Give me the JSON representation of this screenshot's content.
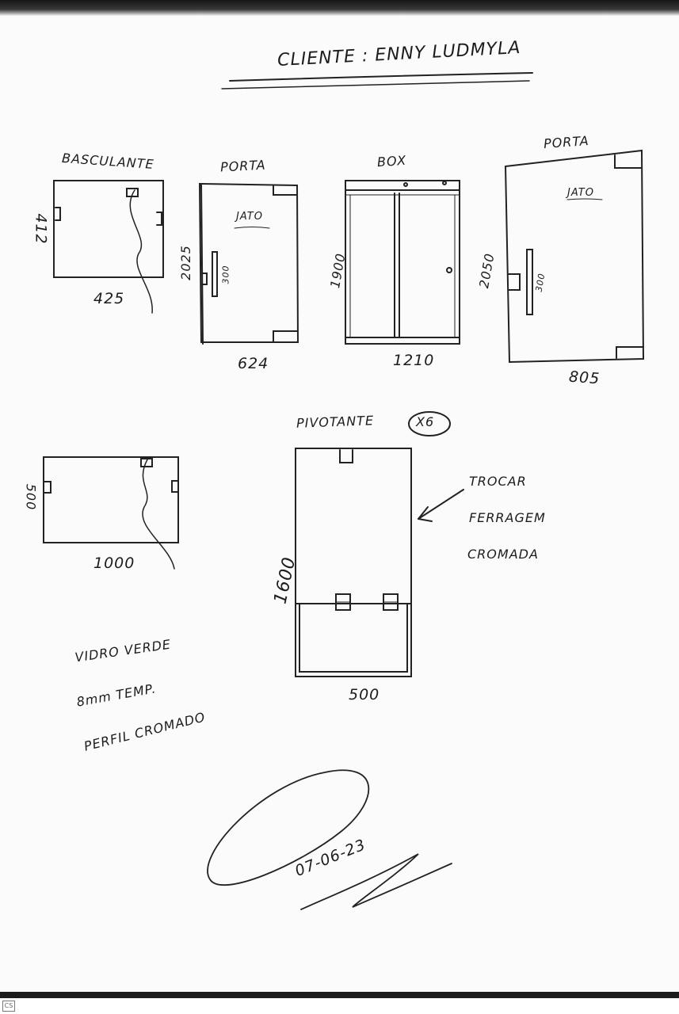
{
  "header": {
    "client_label": "CLIENTE : ENNY LUDMYLA"
  },
  "drawings": {
    "basculante_1": {
      "title": "BASCULANTE",
      "height": "412",
      "width": "425"
    },
    "porta_1": {
      "title": "PORTA",
      "label": "JATO",
      "height": "2025",
      "handle": "300",
      "width": "624"
    },
    "box": {
      "title": "BOX",
      "height": "1900",
      "width": "1210"
    },
    "porta_2": {
      "title": "PORTA",
      "label": "JATO",
      "height": "2050",
      "handle": "300",
      "width": "805"
    },
    "pivotante": {
      "title": "PIVOTANTE",
      "qty": "X6",
      "height": "1600",
      "width": "500"
    },
    "basculante_2": {
      "height": "500",
      "width": "1000"
    }
  },
  "notes": {
    "annotation": [
      "TROCAR",
      "FERRAGEM",
      "CROMADA"
    ],
    "specs": [
      "VIDRO VERDE",
      "8mm TEMP.",
      "PERFIL CROMADO"
    ]
  },
  "signature": {
    "date": "07-06-23"
  },
  "footer": {
    "scanner_badge": "CS"
  }
}
